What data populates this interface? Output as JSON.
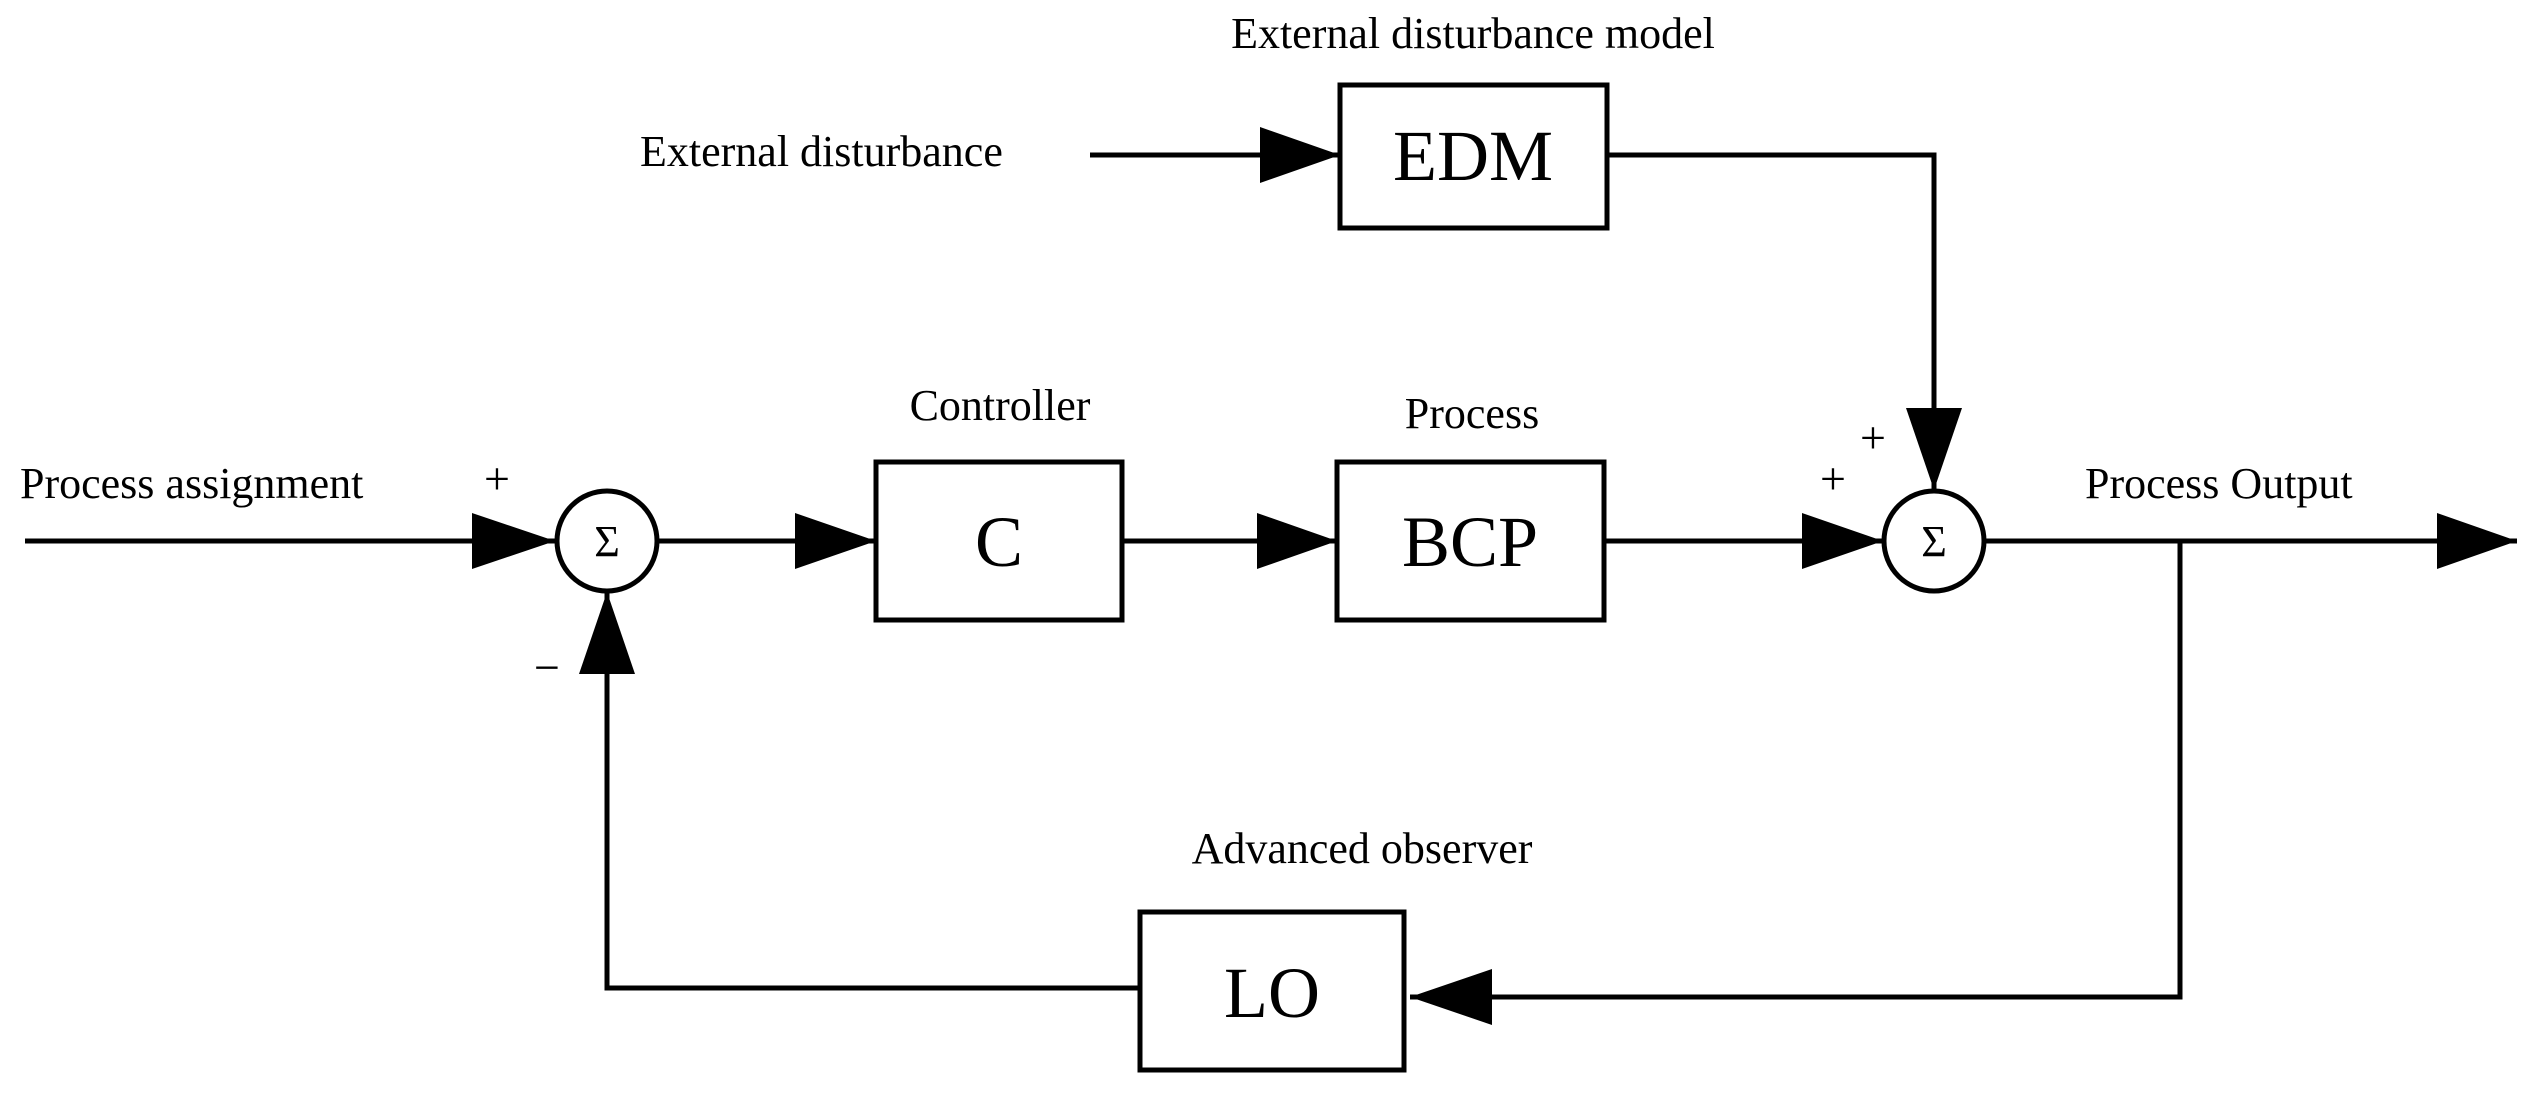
{
  "inputs": {
    "process_assignment": "Process assignment",
    "external_disturbance": "External disturbance"
  },
  "output": {
    "process_output": "Process Output"
  },
  "blocks": {
    "edm": {
      "caption": "External disturbance model",
      "label": "EDM"
    },
    "controller": {
      "caption": "Controller",
      "label": "C"
    },
    "process": {
      "caption": "Process",
      "label": "BCP"
    },
    "observer": {
      "caption": "Advanced observer",
      "label": "LO"
    }
  },
  "junctions": {
    "sum1": {
      "symbol": "Σ",
      "sign_input": "+",
      "sign_feedback": "−"
    },
    "sum2": {
      "symbol": "Σ",
      "sign_disturbance": "+",
      "sign_process": "+"
    }
  }
}
